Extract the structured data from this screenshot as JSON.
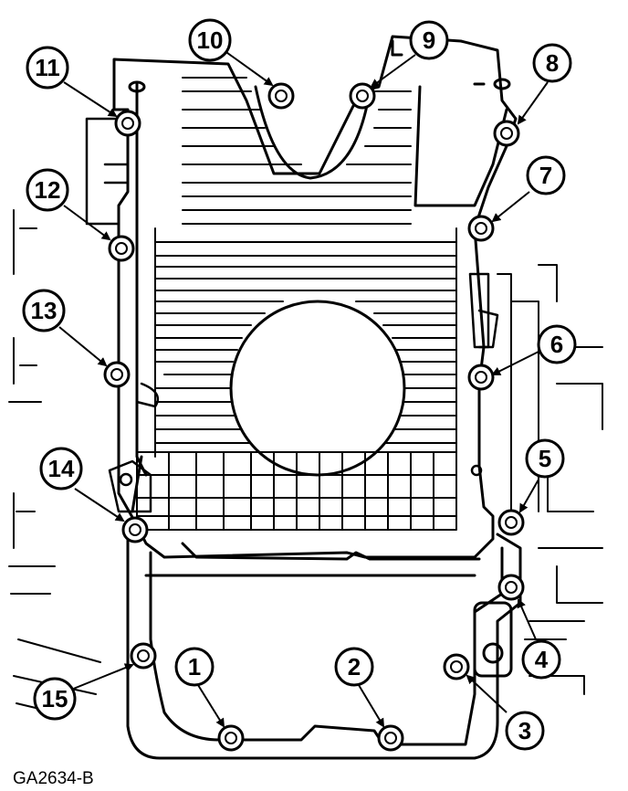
{
  "figure_id": "GA2634-B",
  "bolt_labels": [
    "1",
    "2",
    "3",
    "4",
    "5",
    "6",
    "7",
    "8",
    "9",
    "10",
    "11",
    "12",
    "13",
    "14",
    "15"
  ],
  "colors": {
    "ink": "#000000",
    "paper": "#ffffff"
  }
}
